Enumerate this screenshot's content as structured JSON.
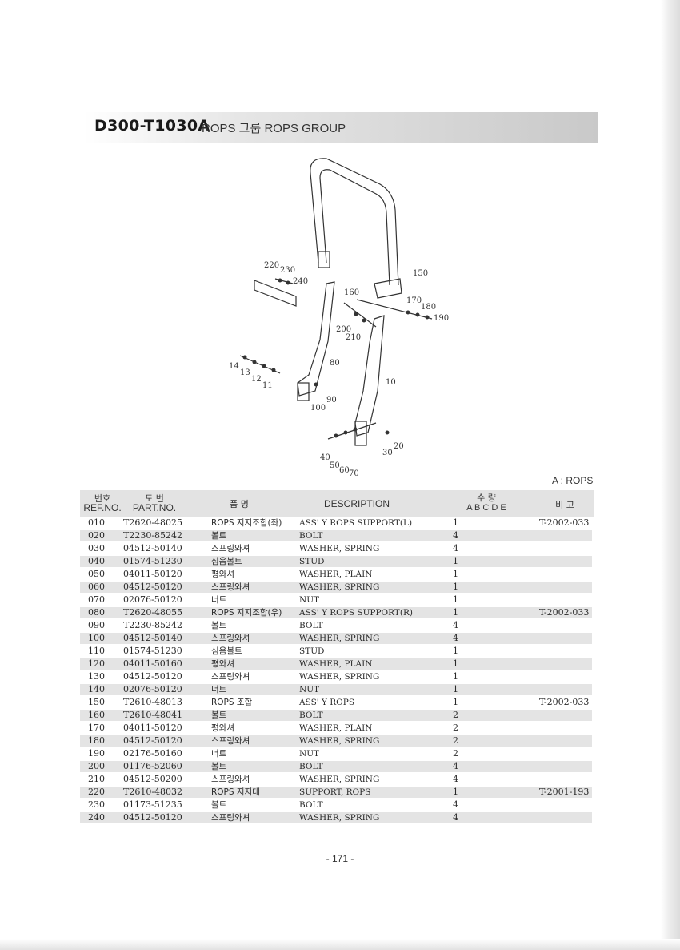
{
  "header": {
    "code": "D300-T1030A",
    "name": "ROPS 그룹 ROPS GROUP"
  },
  "diagram": {
    "callouts": [
      "220",
      "230",
      "240",
      "150",
      "160",
      "170",
      "180",
      "190",
      "200",
      "210",
      "80",
      "14",
      "13",
      "12",
      "11",
      "100",
      "90",
      "10",
      "20",
      "30",
      "40",
      "50",
      "60",
      "70"
    ]
  },
  "note": "A : ROPS",
  "table": {
    "headers": {
      "ref_ko": "번호",
      "ref_en": "REF.NO.",
      "part_ko": "도  번",
      "part_en": "PART.NO.",
      "name_ko": "품    명",
      "desc": "DESCRIPTION",
      "qty_ko": "수  량",
      "qty_cols": "A  B  C  D  E",
      "remark_ko": "비  고"
    },
    "rows": [
      {
        "ref": "010",
        "part": "T2620-48025",
        "name_kr": "ROPS 지지조합(좌)",
        "desc": "ASS' Y ROPS SUPPORT(L)",
        "qty": "1",
        "remark": "T-2002-033"
      },
      {
        "ref": "020",
        "part": "T2230-85242",
        "name_kr": "볼트",
        "desc": "BOLT",
        "qty": "4",
        "remark": ""
      },
      {
        "ref": "030",
        "part": "04512-50140",
        "name_kr": "스프링와셔",
        "desc": "WASHER, SPRING",
        "qty": "4",
        "remark": ""
      },
      {
        "ref": "040",
        "part": "01574-51230",
        "name_kr": "심음볼트",
        "desc": "STUD",
        "qty": "1",
        "remark": ""
      },
      {
        "ref": "050",
        "part": "04011-50120",
        "name_kr": "평와셔",
        "desc": "WASHER, PLAIN",
        "qty": "1",
        "remark": ""
      },
      {
        "ref": "060",
        "part": "04512-50120",
        "name_kr": "스프링와셔",
        "desc": "WASHER, SPRING",
        "qty": "1",
        "remark": ""
      },
      {
        "ref": "070",
        "part": "02076-50120",
        "name_kr": "너트",
        "desc": "NUT",
        "qty": "1",
        "remark": ""
      },
      {
        "ref": "080",
        "part": "T2620-48055",
        "name_kr": "ROPS 지지조합(우)",
        "desc": "ASS' Y ROPS SUPPORT(R)",
        "qty": "1",
        "remark": "T-2002-033"
      },
      {
        "ref": "090",
        "part": "T2230-85242",
        "name_kr": "볼트",
        "desc": "BOLT",
        "qty": "4",
        "remark": ""
      },
      {
        "ref": "100",
        "part": "04512-50140",
        "name_kr": "스프링와셔",
        "desc": "WASHER, SPRING",
        "qty": "4",
        "remark": ""
      },
      {
        "ref": "110",
        "part": "01574-51230",
        "name_kr": "심음볼트",
        "desc": "STUD",
        "qty": "1",
        "remark": ""
      },
      {
        "ref": "120",
        "part": "04011-50160",
        "name_kr": "평와셔",
        "desc": "WASHER, PLAIN",
        "qty": "1",
        "remark": ""
      },
      {
        "ref": "130",
        "part": "04512-50120",
        "name_kr": "스프링와셔",
        "desc": "WASHER, SPRING",
        "qty": "1",
        "remark": ""
      },
      {
        "ref": "140",
        "part": "02076-50120",
        "name_kr": "너트",
        "desc": "NUT",
        "qty": "1",
        "remark": ""
      },
      {
        "ref": "150",
        "part": "T2610-48013",
        "name_kr": "ROPS 조합",
        "desc": "ASS' Y ROPS",
        "qty": "1",
        "remark": "T-2002-033"
      },
      {
        "ref": "160",
        "part": "T2610-48041",
        "name_kr": "볼트",
        "desc": "BOLT",
        "qty": "2",
        "remark": ""
      },
      {
        "ref": "170",
        "part": "04011-50120",
        "name_kr": "평와셔",
        "desc": "WASHER, PLAIN",
        "qty": "2",
        "remark": ""
      },
      {
        "ref": "180",
        "part": "04512-50120",
        "name_kr": "스프링와셔",
        "desc": "WASHER, SPRING",
        "qty": "2",
        "remark": ""
      },
      {
        "ref": "190",
        "part": "02176-50160",
        "name_kr": "너트",
        "desc": "NUT",
        "qty": "2",
        "remark": ""
      },
      {
        "ref": "200",
        "part": "01176-52060",
        "name_kr": "볼트",
        "desc": "BOLT",
        "qty": "4",
        "remark": ""
      },
      {
        "ref": "210",
        "part": "04512-50200",
        "name_kr": "스프링와셔",
        "desc": "WASHER, SPRING",
        "qty": "4",
        "remark": ""
      },
      {
        "ref": "220",
        "part": "T2610-48032",
        "name_kr": "ROPS 지지대",
        "desc": "SUPPORT, ROPS",
        "qty": "1",
        "remark": "T-2001-193"
      },
      {
        "ref": "230",
        "part": "01173-51235",
        "name_kr": "볼트",
        "desc": "BOLT",
        "qty": "4",
        "remark": ""
      },
      {
        "ref": "240",
        "part": "04512-50120",
        "name_kr": "스프링와셔",
        "desc": "WASHER, SPRING",
        "qty": "4",
        "remark": ""
      }
    ]
  },
  "footer": {
    "page": "- 171 -"
  }
}
